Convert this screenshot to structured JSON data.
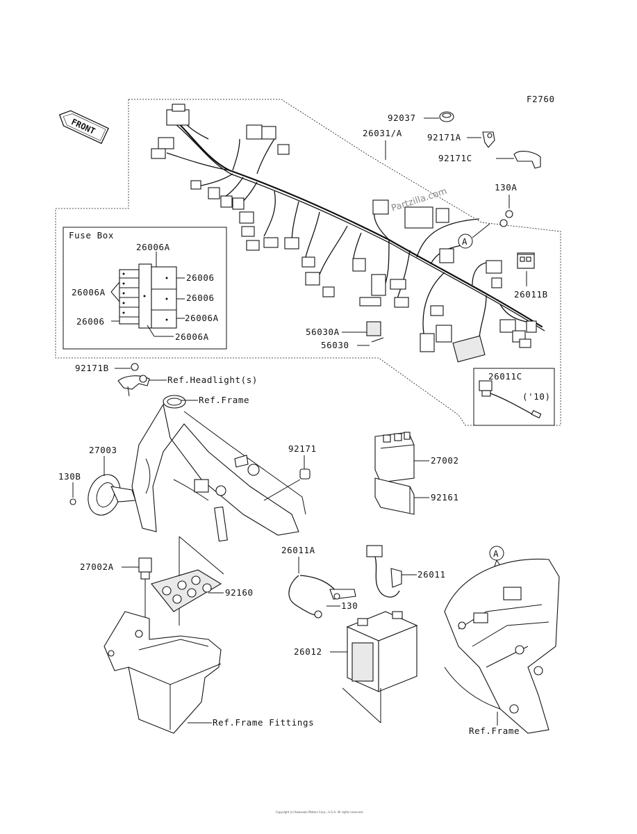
{
  "figure_code": "F2760",
  "watermark": "Partzilla.com",
  "front_label": "FRONT",
  "fuse_box": {
    "title": "Fuse Box",
    "labels": [
      "26006A",
      "26006A",
      "26006",
      "26006",
      "26006",
      "26006A",
      "26006A"
    ]
  },
  "labels": {
    "p92037": "92037",
    "p26031A": "26031/A",
    "p92171A": "92171A",
    "p92171C": "92171C",
    "p130A": "130A",
    "p26011B": "26011B",
    "p56030A": "56030A",
    "p56030": "56030",
    "p26011C": "26011C",
    "p10": "('10)",
    "p92171B": "92171B",
    "refHeadlight": "Ref.Headlight(s)",
    "refFrame": "Ref.Frame",
    "p27003": "27003",
    "p130B": "130B",
    "p92171": "92171",
    "p27002": "27002",
    "p92161": "92161",
    "p27002A": "27002A",
    "p92160": "92160",
    "p26011A": "26011A",
    "p130": "130",
    "p26011": "26011",
    "p26012": "26012",
    "refFrameFittings": "Ref.Frame Fittings",
    "refFrame2": "Ref.Frame",
    "calloutA1": "A",
    "calloutA2": "A"
  },
  "copyright": "Copyright (c) Kawasaki Motors Corp., U.S.A. All rights reserved."
}
